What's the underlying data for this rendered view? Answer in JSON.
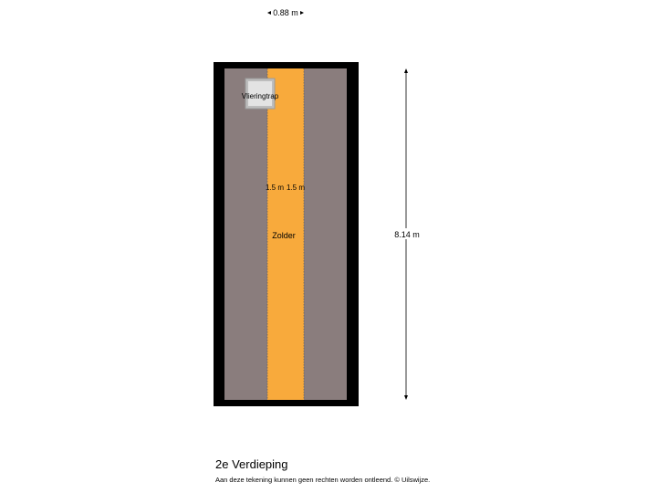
{
  "plan": {
    "top_dimension": "0.88 m",
    "side_dimension": "8.14 m",
    "room_name": "Zolder",
    "stair_label": "Vlieringtrap",
    "height_label_left": "1.5 m",
    "height_label_right": "1.5 m",
    "colors": {
      "wall": "#000000",
      "low_ceiling_area": "#8a7d7d",
      "room_fill": "#f8aa3c",
      "stair_fill": "#d9d9d9"
    }
  },
  "footer": {
    "floor_name": "2e Verdieping",
    "disclaimer": "Aan deze tekening kunnen geen rechten worden ontleend. © Uilswijze."
  }
}
